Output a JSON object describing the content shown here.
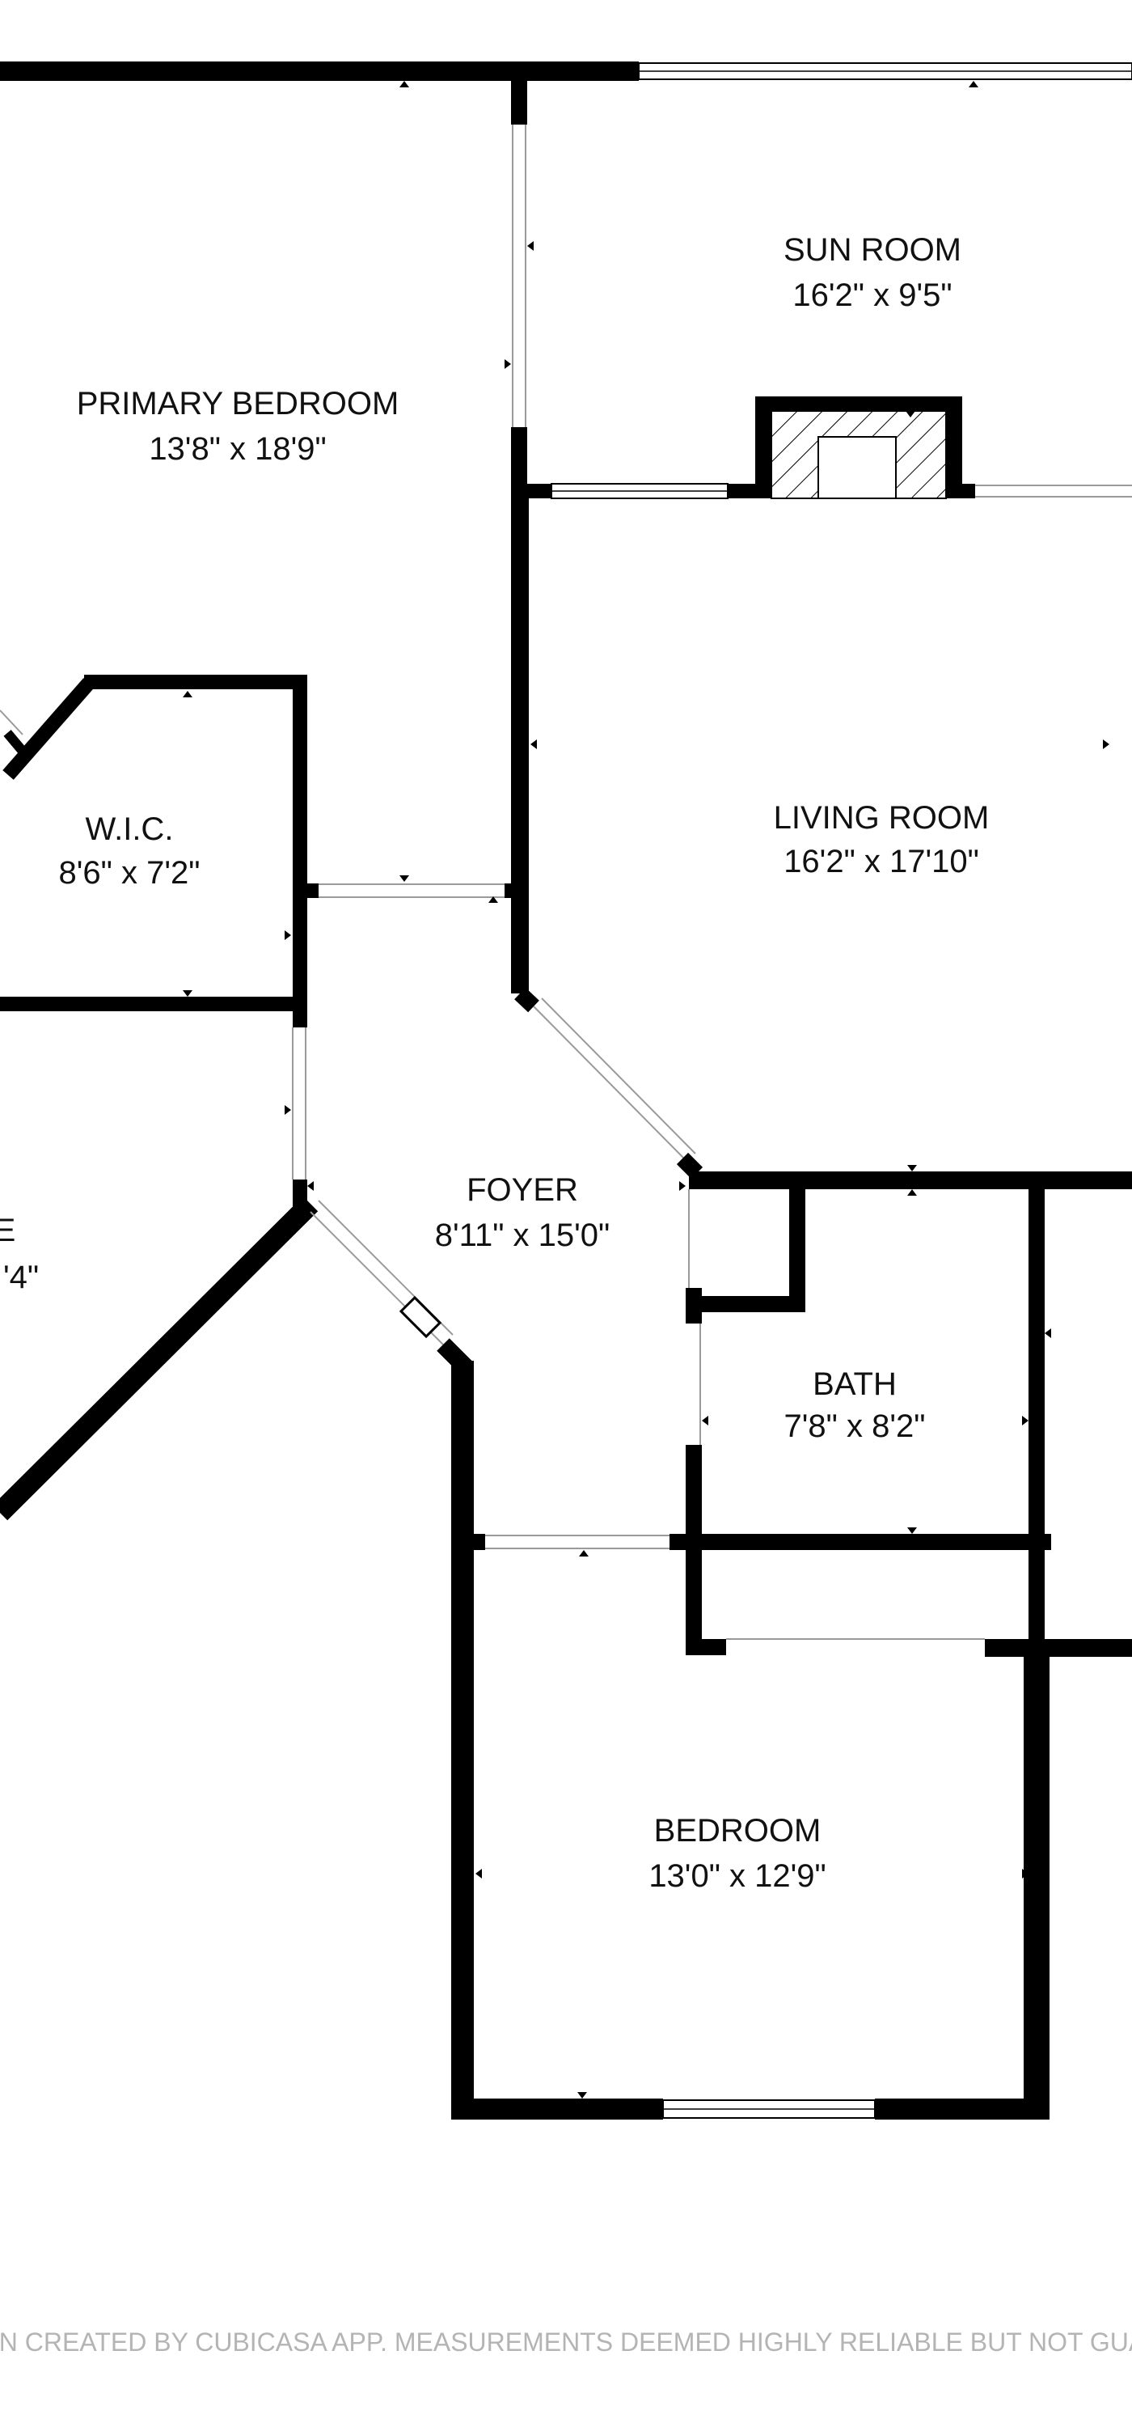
{
  "colors": {
    "wall": "#000000",
    "background": "#ffffff",
    "opening": "#9a9a9a",
    "footer": "#b4b4b4"
  },
  "rooms": {
    "sun_room": {
      "name": "SUN ROOM",
      "size": "16'2\" x 9'5\""
    },
    "primary_bedroom": {
      "name": "PRIMARY BEDROOM",
      "size": "13'8\" x 18'9\""
    },
    "wic": {
      "name": "W.I.C.",
      "size": "8'6\" x 7'2\""
    },
    "living_room": {
      "name": "LIVING ROOM",
      "size": "16'2\" x 17'10\""
    },
    "foyer": {
      "name": "FOYER",
      "size": "8'11\" x 15'0\""
    },
    "partial_left": {
      "name": "E",
      "size": "'4\""
    },
    "bath": {
      "name": "BATH",
      "size": "7'8\" x 8'2\""
    },
    "bedroom": {
      "name": "BEDROOM",
      "size": "13'0\" x 12'9\""
    }
  },
  "footer": {
    "disclaimer": "LAN CREATED BY CUBICASA APP. MEASUREMENTS DEEMED HIGHLY RELIABLE BUT NOT GUAR"
  }
}
